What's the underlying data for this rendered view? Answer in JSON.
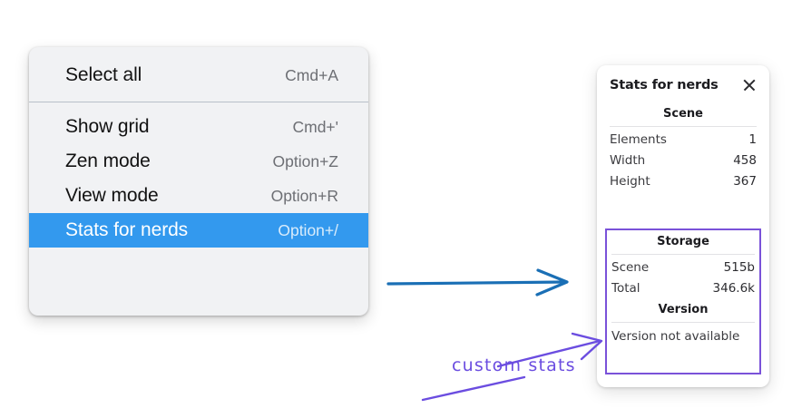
{
  "context_menu": {
    "groups": [
      {
        "items": [
          {
            "label": "Select all",
            "shortcut": "Cmd+A",
            "selected": false
          }
        ]
      },
      {
        "items": [
          {
            "label": "Show grid",
            "shortcut": "Cmd+'",
            "selected": false
          },
          {
            "label": "Zen mode",
            "shortcut": "Option+Z",
            "selected": false
          },
          {
            "label": "View mode",
            "shortcut": "Option+R",
            "selected": false
          },
          {
            "label": "Stats for nerds",
            "shortcut": "Option+/",
            "selected": true
          }
        ]
      }
    ],
    "highlight_color": "#3399ee"
  },
  "stats_panel": {
    "title": "Stats for nerds",
    "close_icon": "close-icon",
    "sections": [
      {
        "heading": "Scene",
        "rows": [
          {
            "label": "Elements",
            "value": "1"
          },
          {
            "label": "Width",
            "value": "458"
          },
          {
            "label": "Height",
            "value": "367"
          }
        ]
      },
      {
        "heading": "Storage",
        "rows": [
          {
            "label": "Scene",
            "value": "515b"
          },
          {
            "label": "Total",
            "value": "346.6k"
          }
        ]
      },
      {
        "heading": "Version",
        "text": "Version not available"
      }
    ],
    "highlight_border_color": "#7a52d9"
  },
  "annotations": {
    "label": "custom stats",
    "label_color": "#6b4de0",
    "blue_arrow_color": "#1a6fb5",
    "purple_arrow_color": "#6b4de0"
  }
}
